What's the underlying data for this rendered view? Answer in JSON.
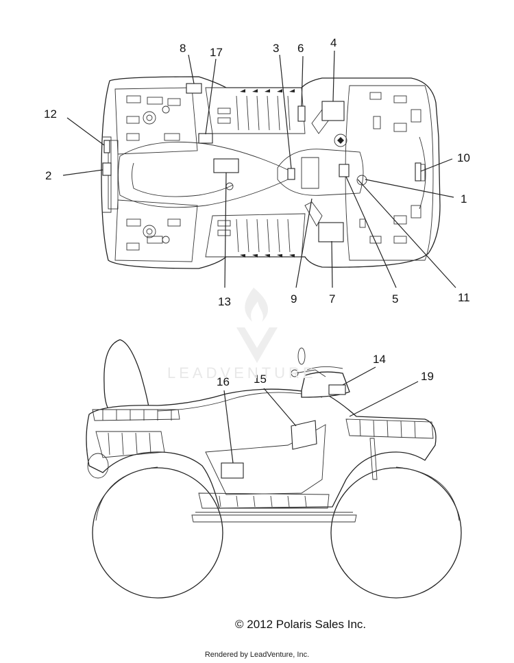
{
  "callouts": {
    "c1": "1",
    "c2": "2",
    "c3": "3",
    "c4": "4",
    "c5": "5",
    "c6": "6",
    "c7": "7",
    "c8": "8",
    "c9": "9",
    "c10": "10",
    "c11": "11",
    "c12": "12",
    "c13": "13",
    "c14": "14",
    "c15": "15",
    "c16": "16",
    "c17": "17",
    "c19": "19"
  },
  "watermark": "LEADVENTURE",
  "copyright": "© 2012 Polaris Sales Inc.",
  "rendered_by": "Rendered by LeadVenture, Inc."
}
